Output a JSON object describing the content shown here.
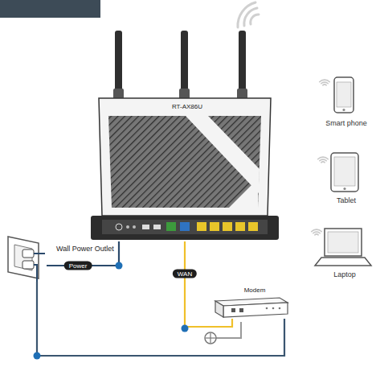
{
  "diagram": {
    "nodes": [
      {
        "text": [
          "RT-AX86U"
        ]
      },
      {
        "text": [
          "Smart phone"
        ]
      },
      {
        "text": [
          "Tablet"
        ]
      },
      {
        "text": [
          "Laptop"
        ]
      },
      {
        "text": [
          "Wall Power Outlet"
        ]
      },
      {
        "text": [
          "Modem"
        ]
      }
    ],
    "edges": [
      {
        "from": 0,
        "to": 4,
        "label": "Power",
        "arrow": "none"
      },
      {
        "from": 0,
        "to": 5,
        "label": "WAN",
        "arrow": "none"
      },
      {
        "from": 4,
        "to": 5,
        "arrow": "none"
      }
    ]
  }
}
